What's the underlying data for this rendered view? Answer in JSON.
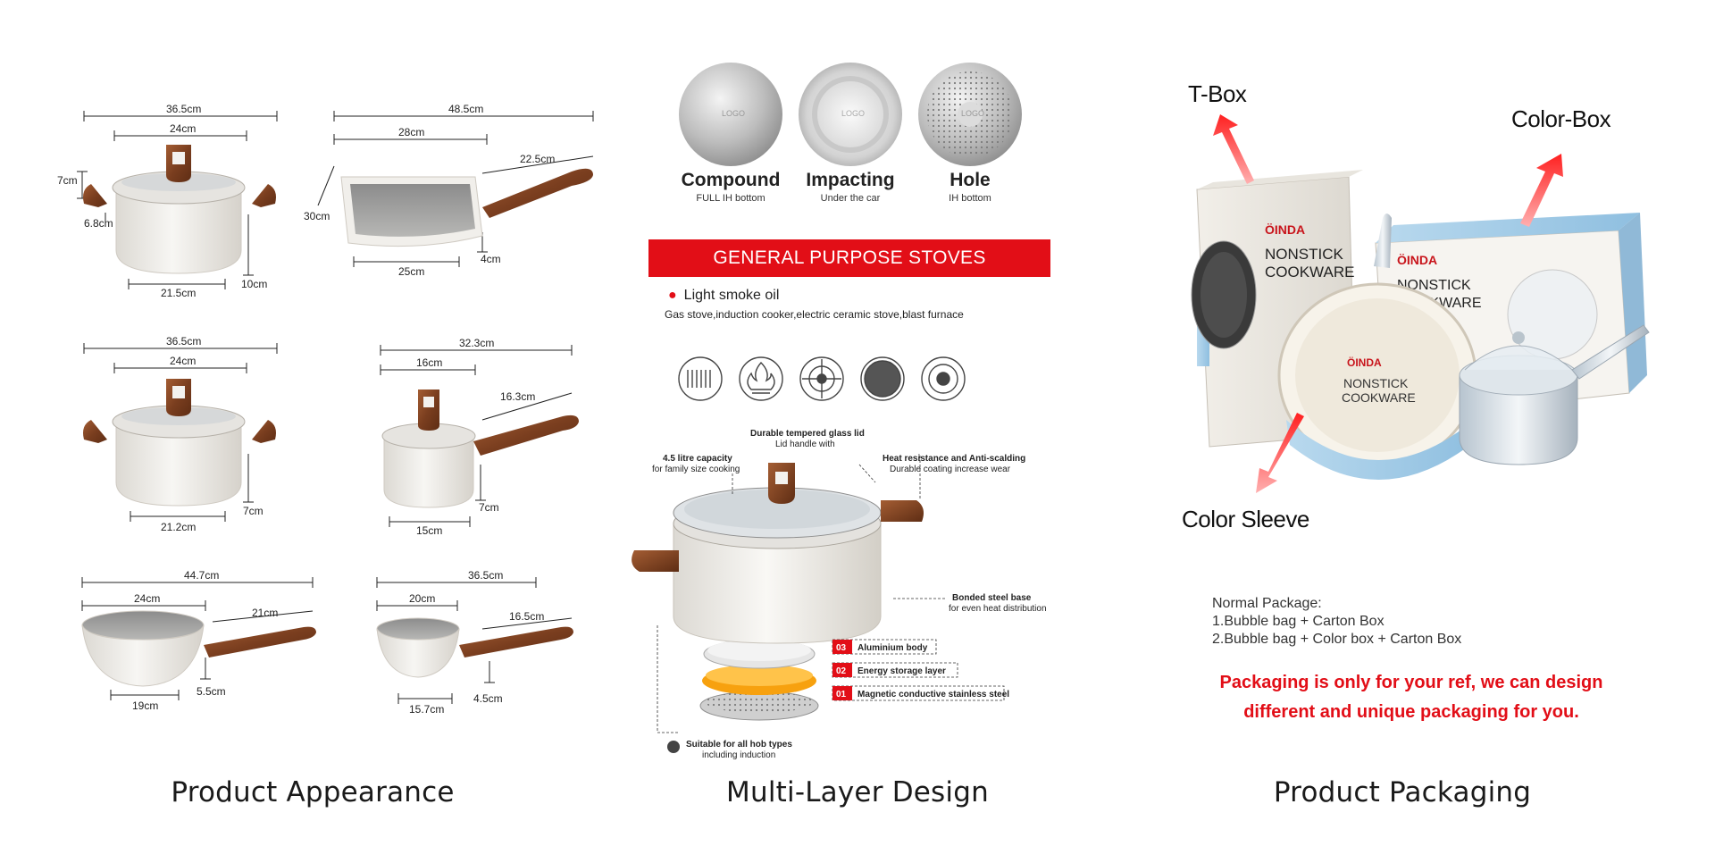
{
  "panels": {
    "appearance": {
      "caption": "Product Appearance",
      "dims": {
        "pot1": [
          "36.5cm",
          "24cm",
          "7cm",
          "6.8cm",
          "21.5cm",
          "10cm"
        ],
        "grill": [
          "48.5cm",
          "28cm",
          "22.5cm",
          "30cm",
          "4cm",
          "25cm"
        ],
        "pot2": [
          "36.5cm",
          "24cm",
          "21.2cm",
          "7cm"
        ],
        "sauce": [
          "32.3cm",
          "16cm",
          "16.3cm",
          "7cm",
          "15cm"
        ],
        "wok": [
          "44.7cm",
          "24cm",
          "21cm",
          "19cm",
          "5.5cm"
        ],
        "fry": [
          "36.5cm",
          "20cm",
          "16.5cm",
          "15.7cm",
          "4.5cm"
        ]
      }
    },
    "multilayer": {
      "caption": "Multi-Layer Design",
      "disc_logo": "LOGO",
      "bottoms": [
        {
          "title": "Compound",
          "sub": "FULL IH bottom"
        },
        {
          "title": "Impacting",
          "sub": "Under the car"
        },
        {
          "title": "Hole",
          "sub": "IH bottom"
        }
      ],
      "banner": "GENERAL PURPOSE STOVES",
      "smoke": "Light smoke oil",
      "stoves": "Gas stove,induction cooker,electric ceramic stove,blast furnace",
      "stove_icons": [
        "coil-stove-icon",
        "flame-icon",
        "gas-burner-icon",
        "ceramic-hob-icon",
        "induction-icon"
      ],
      "annotations": {
        "lid_title": "Durable tempered glass lid",
        "lid_sub": "Lid handle with",
        "cap_title": "4.5 litre capacity",
        "cap_sub": "for family size cooking",
        "heat_title": "Heat resistance and Anti-scalding",
        "heat_sub": "Durable coating increase wear",
        "base_title": "Bonded steel base",
        "base_sub": "for even heat distribution",
        "hob_title": "Suitable for all hob types",
        "hob_sub": "including induction"
      },
      "layers": [
        {
          "num": "03",
          "label": "Aluminium body"
        },
        {
          "num": "02",
          "label": "Energy storage layer"
        },
        {
          "num": "01",
          "label": "Magnetic conductive stainless steel"
        }
      ]
    },
    "packaging": {
      "caption": "Product Packaging",
      "labels": {
        "tbox": "T-Box",
        "colorbox": "Color-Box",
        "sleeve": "Color Sleeve"
      },
      "box_brand": "ÖINDA",
      "box_lines": [
        "NONSTICK",
        "COOKWARE"
      ],
      "sleeve_lines": [
        "NONSTICK",
        "COOKWARE"
      ],
      "normal": [
        "Normal Package:",
        "1.Bubble bag + Carton Box",
        "2.Bubble bag + Color box + Carton Box"
      ],
      "notice": [
        "Packaging is only for your ref, we can design",
        "different and unique packaging for you."
      ]
    }
  },
  "colors": {
    "accent_red": "#e20e17",
    "wood": "#8a4a26",
    "pot_white": "#f2f0ec",
    "box_blue": "#a9cde6"
  }
}
